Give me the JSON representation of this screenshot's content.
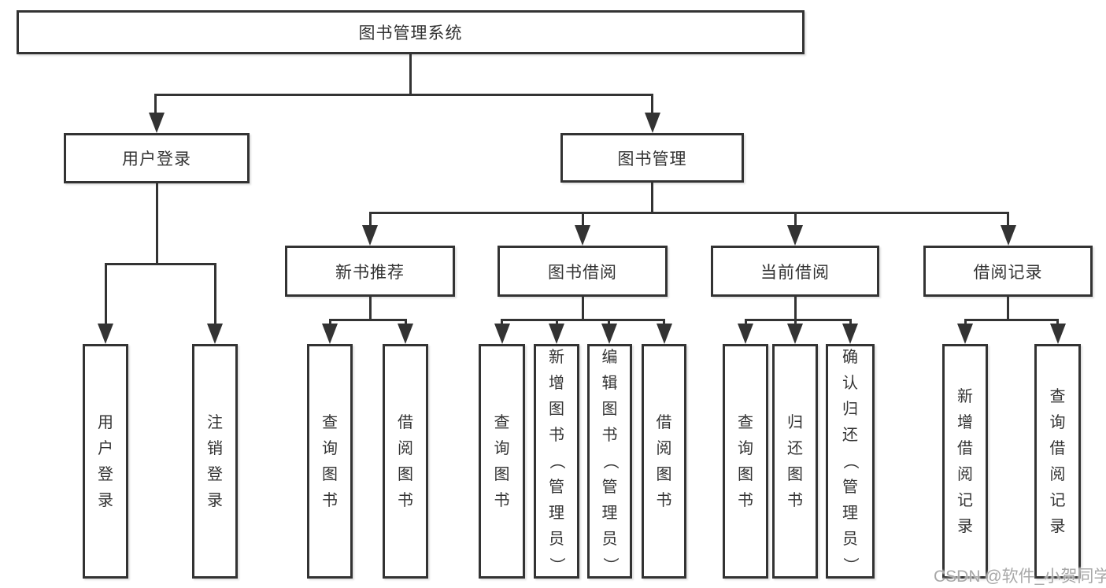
{
  "tree": {
    "root": {
      "label": "图书管理系统"
    },
    "branches": [
      {
        "label": "用户登录",
        "children": [
          {
            "label": "用户登录"
          },
          {
            "label": "注销登录"
          }
        ]
      },
      {
        "label": "图书管理",
        "children": [
          {
            "label": "新书推荐",
            "children": [
              {
                "label": "查询图书"
              },
              {
                "label": "借阅图书"
              }
            ]
          },
          {
            "label": "图书借阅",
            "children": [
              {
                "label": "查询图书"
              },
              {
                "label": "新增图书（管理员）"
              },
              {
                "label": "编辑图书（管理员）"
              },
              {
                "label": "借阅图书"
              }
            ]
          },
          {
            "label": "当前借阅",
            "children": [
              {
                "label": "查询图书"
              },
              {
                "label": "归还图书"
              },
              {
                "label": "确认归还（管理员）"
              }
            ]
          },
          {
            "label": "借阅记录",
            "children": [
              {
                "label": "新增借阅记录"
              },
              {
                "label": "查询借阅记录"
              }
            ]
          }
        ]
      }
    ]
  },
  "watermark": {
    "text": "CSDN @软件_小贺同学",
    "color": "#a8a8a8"
  },
  "colors": {
    "line": "#333333",
    "text": "#333333",
    "box_background": "#ffffff"
  }
}
